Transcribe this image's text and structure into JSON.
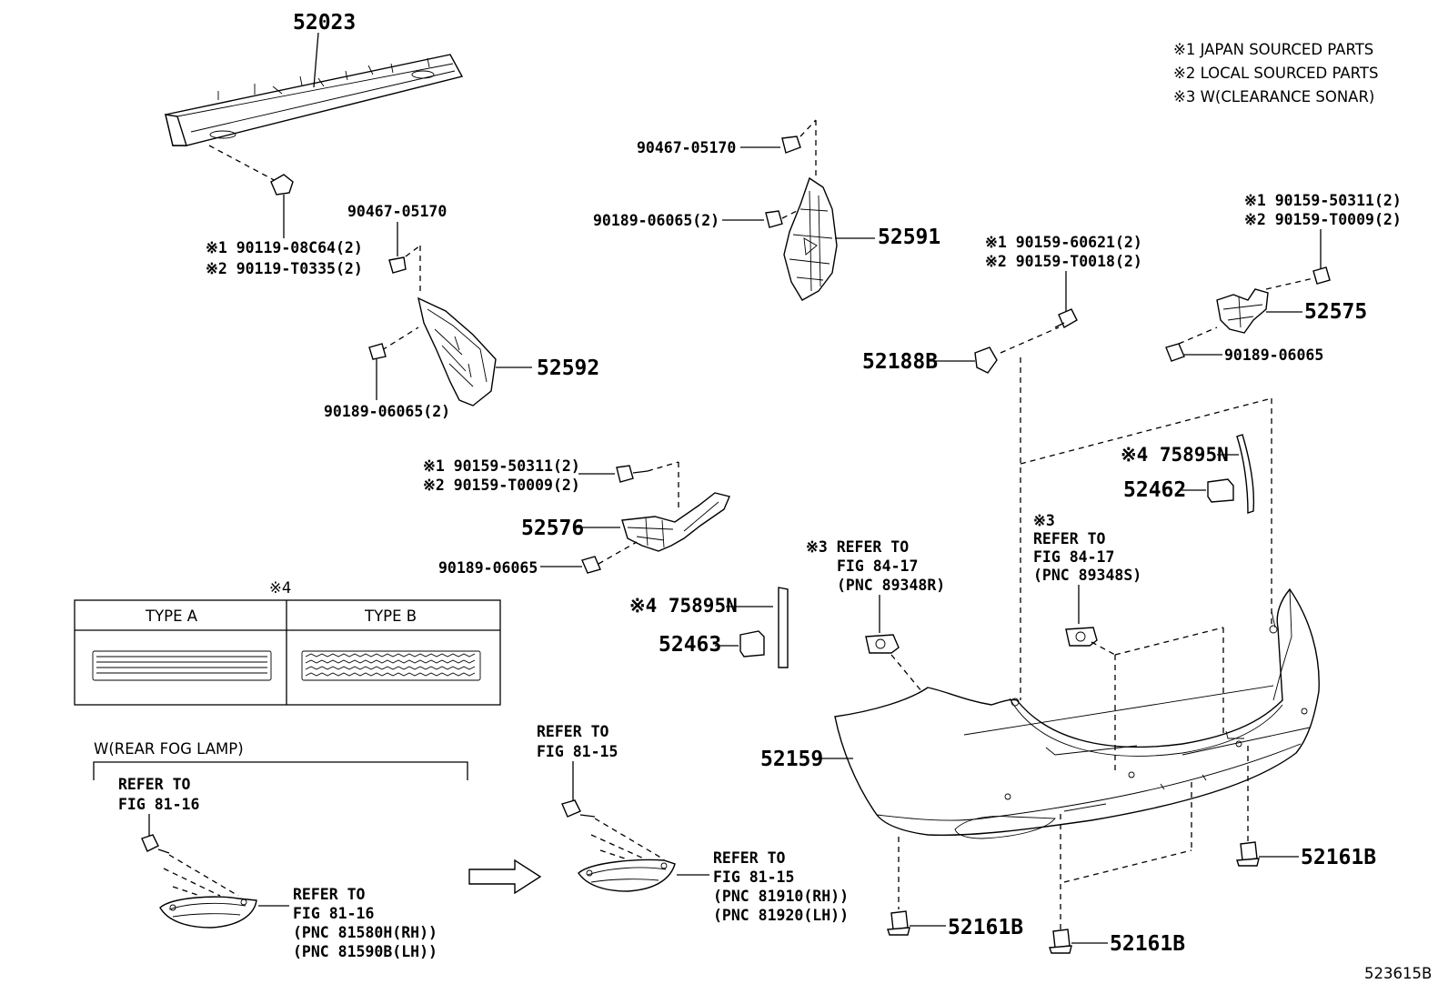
{
  "notes": [
    "※1 JAPAN SOURCED PARTS",
    "※2 LOCAL SOURCED PARTS",
    "※3 W(CLEARANCE SONAR)"
  ],
  "labels": {
    "p52023": "52023",
    "bolt_1": "※1 90119-08C64(2)",
    "bolt_2": "※2 90119-T0335(2)",
    "clip_90467_a": "90467-05170",
    "p52592": "52592",
    "clip_90189_2a": "90189-06065(2)",
    "clip_90467_b": "90467-05170",
    "clip_90189_2b": "90189-06065(2)",
    "p52591": "52591",
    "screw_60621": "※1 90159-60621(2)",
    "screw_T0018": "※2 90159-T0018(2)",
    "p52188B": "52188B",
    "screw_r_1": "※1 90159-50311(2)",
    "screw_r_2": "※2 90159-T0009(2)",
    "p52575": "52575",
    "clip_90189_r": "90189-06065",
    "screw_l_1": "※1 90159-50311(2)",
    "screw_l_2": "※2 90159-T0009(2)",
    "p52576": "52576",
    "clip_90189_l": "90189-06065",
    "p75895N_r": "※4 75895N",
    "p52462": "52462",
    "p75895N_l": "※4 75895N",
    "p52463": "52463",
    "p52159": "52159",
    "p52161B_a": "52161B",
    "p52161B_b": "52161B",
    "p52161B_c": "52161B",
    "diagram_id": "523615B"
  },
  "refs": {
    "sonar_l": [
      "※3 REFER TO",
      "FIG 84-17",
      "(PNC 89348R)"
    ],
    "sonar_r": [
      "※3",
      "REFER TO",
      "FIG 84-17",
      "(PNC 89348S)"
    ],
    "fog_bolt_l": [
      "REFER TO",
      "FIG 81-16"
    ],
    "fog_lamp_l": [
      "REFER TO",
      "FIG 81-16",
      "(PNC 81580H(RH))",
      "(PNC 81590B(LH))"
    ],
    "fog_bolt_r": [
      "REFER TO",
      "FIG 81-15"
    ],
    "fog_lamp_r": [
      "REFER TO",
      "FIG 81-15",
      "(PNC 81910(RH))",
      "(PNC 81920(LH))"
    ]
  },
  "type_table": {
    "mark": "※4",
    "type_a": "TYPE A",
    "type_b": "TYPE B"
  },
  "fog_section": "W(REAR FOG LAMP)"
}
